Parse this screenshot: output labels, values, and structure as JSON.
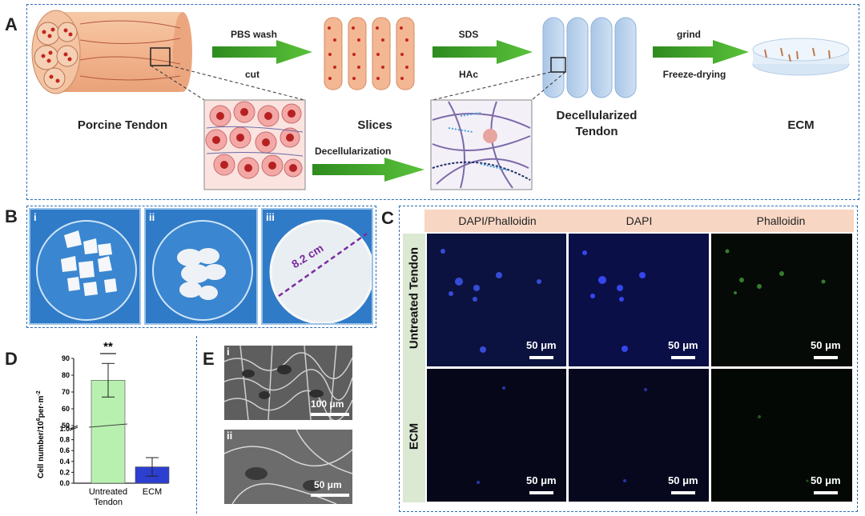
{
  "panels": {
    "a": "A",
    "b": "B",
    "c": "C",
    "d": "D",
    "e": "E"
  },
  "panel_a": {
    "stages": [
      "Porcine Tendon",
      "Slices",
      "Decellularized",
      "Tendon",
      "ECM"
    ],
    "arrow1_top": "PBS wash",
    "arrow1_bottom": "cut",
    "arrow2_top": "SDS",
    "arrow2_bottom": "HAc",
    "arrow3_top": "grind",
    "arrow3_bottom": "Freeze-drying",
    "decell_arrow": "Decellularization"
  },
  "panel_b": {
    "sub": [
      "i",
      "ii",
      "iii"
    ],
    "measure": "8.2 cm"
  },
  "panel_c": {
    "columns": [
      "DAPI/Phalloidin",
      "DAPI",
      "Phalloidin"
    ],
    "rows": [
      "Untreated Tendon",
      "ECM"
    ],
    "scale_label": "50 μm"
  },
  "panel_e": {
    "sub": [
      "i",
      "ii"
    ],
    "scale_i": "100 μm",
    "scale_ii": "50 μm"
  },
  "chart_data": {
    "type": "bar",
    "categories": [
      "Untreated Tendon",
      "ECM"
    ],
    "category_lines": [
      [
        "Untreated",
        "Tendon"
      ],
      [
        "ECM"
      ]
    ],
    "values": [
      77,
      0.3
    ],
    "errors": [
      10,
      0.17
    ],
    "colors": [
      "#b8f0b0",
      "#2d3fd0"
    ],
    "ylabel": "Cell number/10",
    "ylabel_sup": "6",
    "ylabel_tail": "per·m",
    "ylabel_sup2": "-2",
    "yticks_lower": [
      "0.0",
      "0.2",
      "0.4",
      "0.6",
      "0.8",
      "1.0"
    ],
    "yticks_upper": [
      "50",
      "60",
      "70",
      "80",
      "90"
    ],
    "axis_break": [
      1.0,
      50
    ],
    "significance": "**"
  }
}
